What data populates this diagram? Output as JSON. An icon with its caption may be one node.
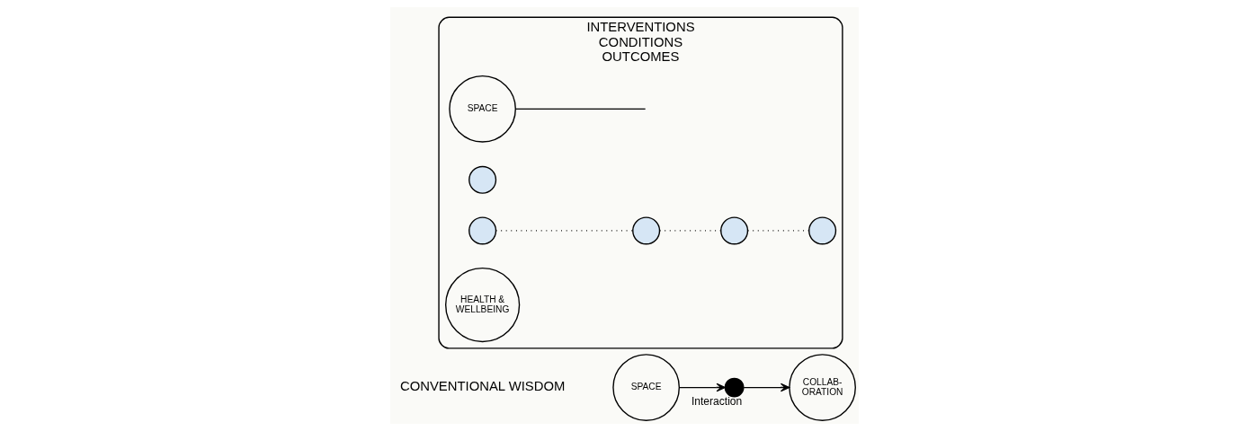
{
  "diagram": {
    "nodes": [
      {
        "text": [
          "SPACE"
        ]
      },
      {
        "text": [],
        "shape": "circle",
        "beside": [
          "Interaction"
        ]
      },
      {
        "text": [
          "COLLAB- ORATION"
        ]
      },
      {
        "text": [
          "INTERVENTIONS",
          "CONDITIONS",
          "OUTCOMES"
        ]
      },
      {
        "text": [
          "SPACE"
        ],
        "in": 3
      },
      {
        "text": [],
        "shape": "circle",
        "in": 3
      },
      {
        "text": [],
        "shape": "circle",
        "in": 3
      },
      {
        "text": [],
        "shape": "circle",
        "in": 3
      },
      {
        "text": [],
        "shape": "circle",
        "in": 3
      },
      {
        "text": [],
        "shape": "circle",
        "in": 3
      },
      {
        "text": [
          "HEALTH & WELLBEING"
        ],
        "in": 3
      }
    ],
    "edges": [
      {
        "from": 0,
        "to": 1,
        "arrow": "to"
      },
      {
        "from": 1,
        "to": 2,
        "arrow": "to"
      },
      {
        "from": 4,
        "to": null,
        "arrow": "none"
      },
      {
        "from": 6,
        "to": 7,
        "arrow": "none",
        "style": "dashed"
      },
      {
        "from": 7,
        "to": 8,
        "arrow": "none",
        "style": "dashed"
      },
      {
        "from": 8,
        "to": 9,
        "arrow": "none",
        "style": "dashed"
      }
    ],
    "labels": [
      "CONVENTIONAL WISDOM"
    ]
  }
}
